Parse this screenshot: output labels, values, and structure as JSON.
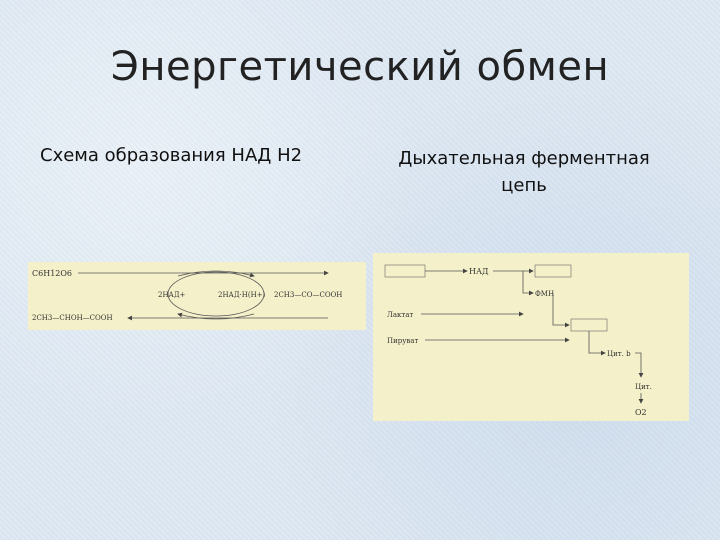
{
  "slide": {
    "title": "Энергетический обмен",
    "left_caption": "Схема образования НАД Н2",
    "right_caption_line1": "Дыхательная ферментная",
    "right_caption_line2": "цепь"
  },
  "left_diagram": {
    "formula_top": "C6H12O6",
    "nad": "2НАД+",
    "nadh": "2НАД·Н(Н+)",
    "pyruvate": "2CH3—CO—COOH",
    "lactate": "2CH3—CHOH—COOH"
  },
  "right_diagram": {
    "label_lactate": "Лактат",
    "label_nad": "НАД",
    "label_fmn": "ФМН",
    "label_cyt_b": "Цит. b",
    "label_cyt": "Цит.",
    "label_o2": "O2",
    "label_pyruvate": "Пируват"
  },
  "colors": {
    "background": "#dde8f3",
    "scan": "#f4f0c9",
    "ink": "#444444"
  }
}
